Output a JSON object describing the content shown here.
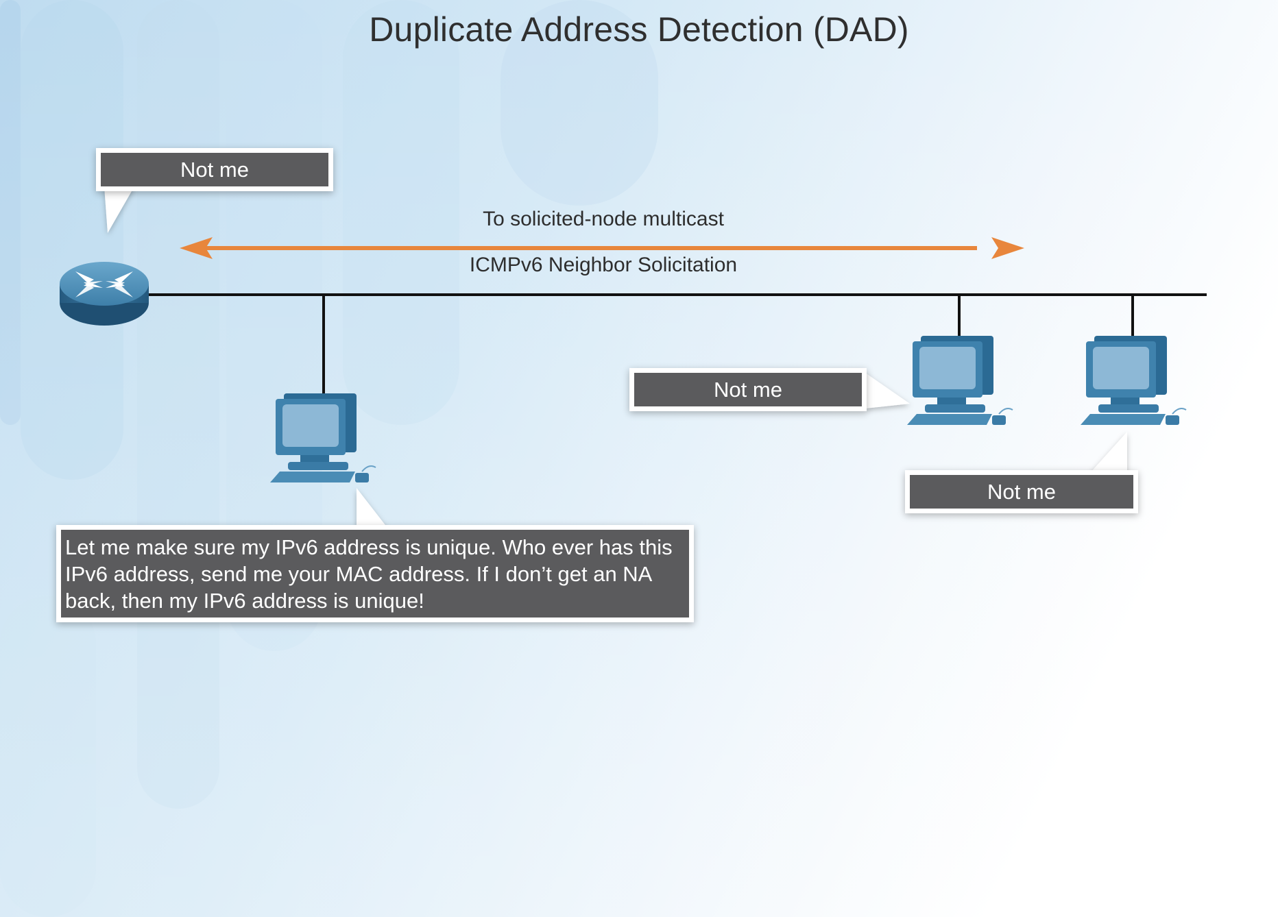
{
  "title": "Duplicate Address Detection (DAD)",
  "message_labels": {
    "destination": "To solicited-node multicast",
    "message_type": "ICMPv6 Neighbor Solicitation"
  },
  "bubbles": {
    "router": "Not me",
    "host_2": "Not me",
    "host_3": "Not me",
    "sender": "Let me make sure my IPv6 address is unique. Who ever has this IPv6 address, send me your MAC address. If I don’t get an NA back, then my IPv6 address is unique!"
  },
  "icons": {
    "router": "router-icon",
    "hosts": [
      "computer-icon",
      "computer-icon",
      "computer-icon"
    ]
  },
  "colors": {
    "arrow": "#e8863c",
    "bubble_fill": "#5b5b5d",
    "device_blue": "#3d7fa8",
    "bus_line": "#111111"
  }
}
